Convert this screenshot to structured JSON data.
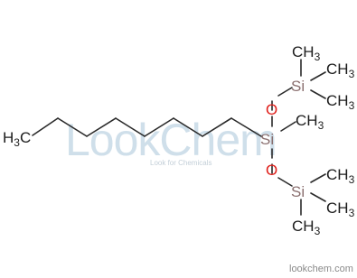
{
  "watermark": {
    "logo_text": "LookChem",
    "tagline": "Look for Chemicals",
    "site": "lookchem.com"
  },
  "molecule": {
    "left_terminal": {
      "main": "H",
      "sub": "3",
      "tail": "C"
    },
    "atoms": {
      "si_center": "Si",
      "si_top": "Si",
      "si_bottom": "Si",
      "o_top": "O",
      "o_bottom": "O"
    },
    "methyl_label": "CH",
    "methyl_sub": "3",
    "colors": {
      "bond": "#2a2a2a",
      "silicon": "#8a6f6f",
      "oxygen": "#e0201c",
      "carbon": "#1c1c1c"
    }
  }
}
